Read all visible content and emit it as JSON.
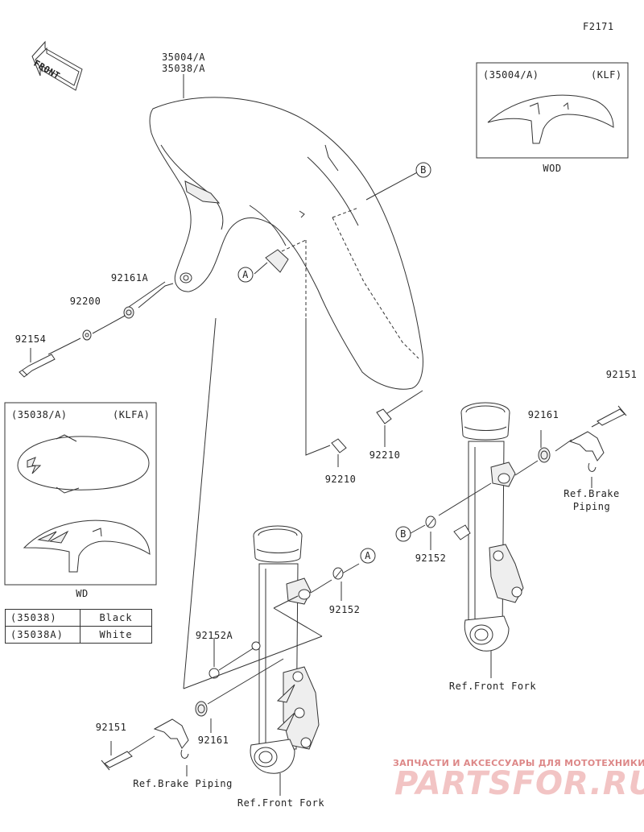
{
  "diagram": {
    "code": "F2171",
    "front_tag": "FRONT",
    "labels": {
      "p35004": "35004/A",
      "p35038": "35038/A",
      "p92161A": "92161A",
      "p92200": "92200",
      "p92154": "92154",
      "p92210a": "92210",
      "p92210b": "92210",
      "p92151_right": "92151",
      "p92161_right": "92161",
      "p92152_right": "92152",
      "p92152_center": "92152",
      "p92152A": "92152A",
      "p92161_left": "92161",
      "p92151_left": "92151",
      "ref_brake_right_1": "Ref.Brake",
      "ref_brake_right_2": "Piping",
      "ref_fork_right": "Ref.Front Fork",
      "ref_brake_left": "Ref.Brake Piping",
      "ref_fork_left": "Ref.Front Fork",
      "callout_a": "A",
      "callout_a2": "A",
      "callout_b": "B",
      "callout_b2": "B"
    },
    "inset_klf": {
      "part": "(35004/A)",
      "variant": "(KLF)",
      "caption": "WOD"
    },
    "inset_klfa": {
      "part": "(35038/A)",
      "variant": "(KLFA)",
      "caption": "WD"
    },
    "color_table": [
      {
        "code": "(35038)",
        "color": "Black"
      },
      {
        "code": "(35038A)",
        "color": "White"
      }
    ]
  },
  "watermark": {
    "tagline": "ЗАПЧАСТИ И АКСЕССУАРЫ ДЛЯ МОТОТЕХНИКИ",
    "brand": "PARTSFOR.RU"
  }
}
